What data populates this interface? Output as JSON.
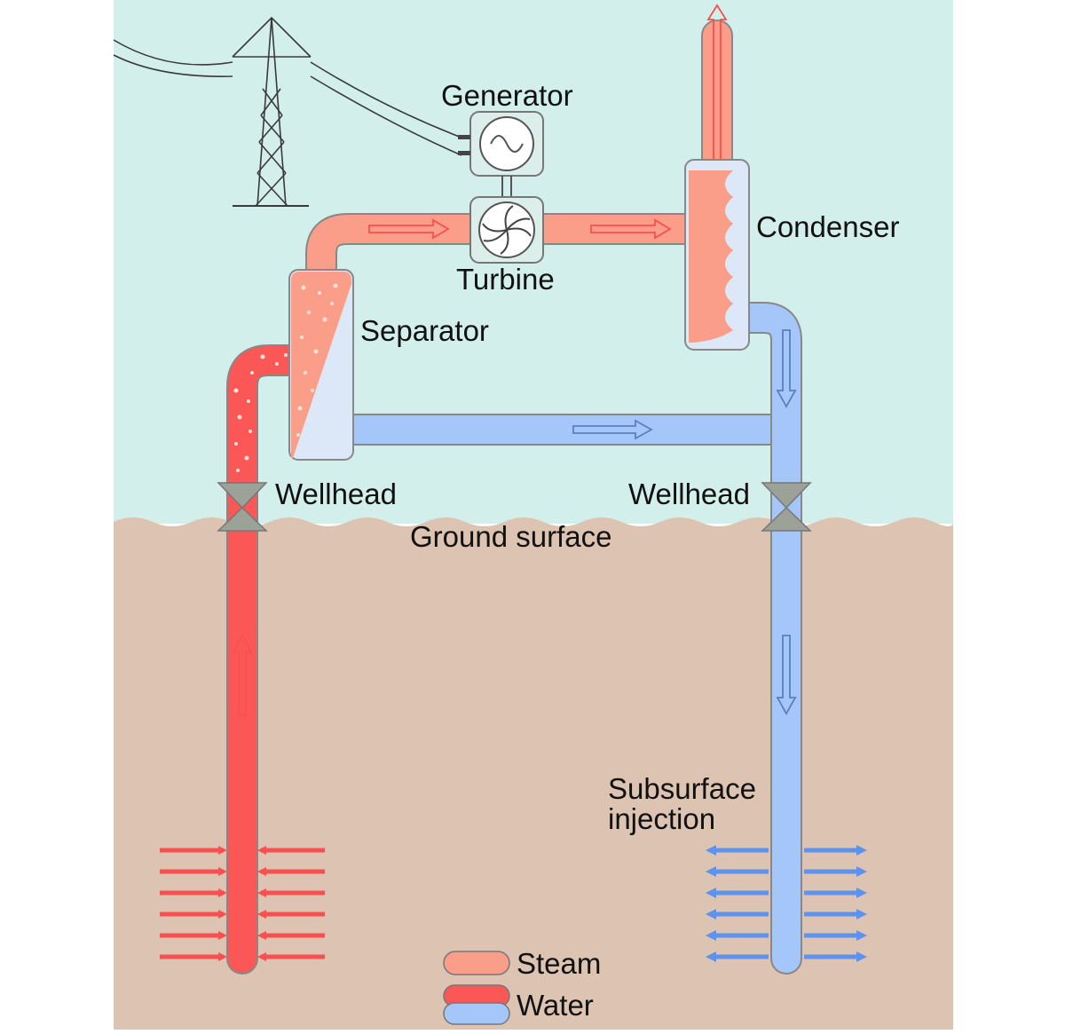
{
  "labels": {
    "generator": "Generator",
    "turbine": "Turbine",
    "condenser": "Condenser",
    "separator": "Separator",
    "wellhead_left": "Wellhead",
    "wellhead_right": "Wellhead",
    "ground_surface": "Ground surface",
    "subsurface_line1": "Subsurface",
    "subsurface_line2": "injection"
  },
  "legend": {
    "steam": "Steam",
    "water": "Water"
  },
  "colors": {
    "sky": "#d3efeb",
    "ground": "#dcc3b2",
    "steam": "#fa9d89",
    "hot_water": "#fb5757",
    "cool_water": "#a5c6f8",
    "equipment_fill": "#dce8f7",
    "valve": "#9ca297"
  }
}
